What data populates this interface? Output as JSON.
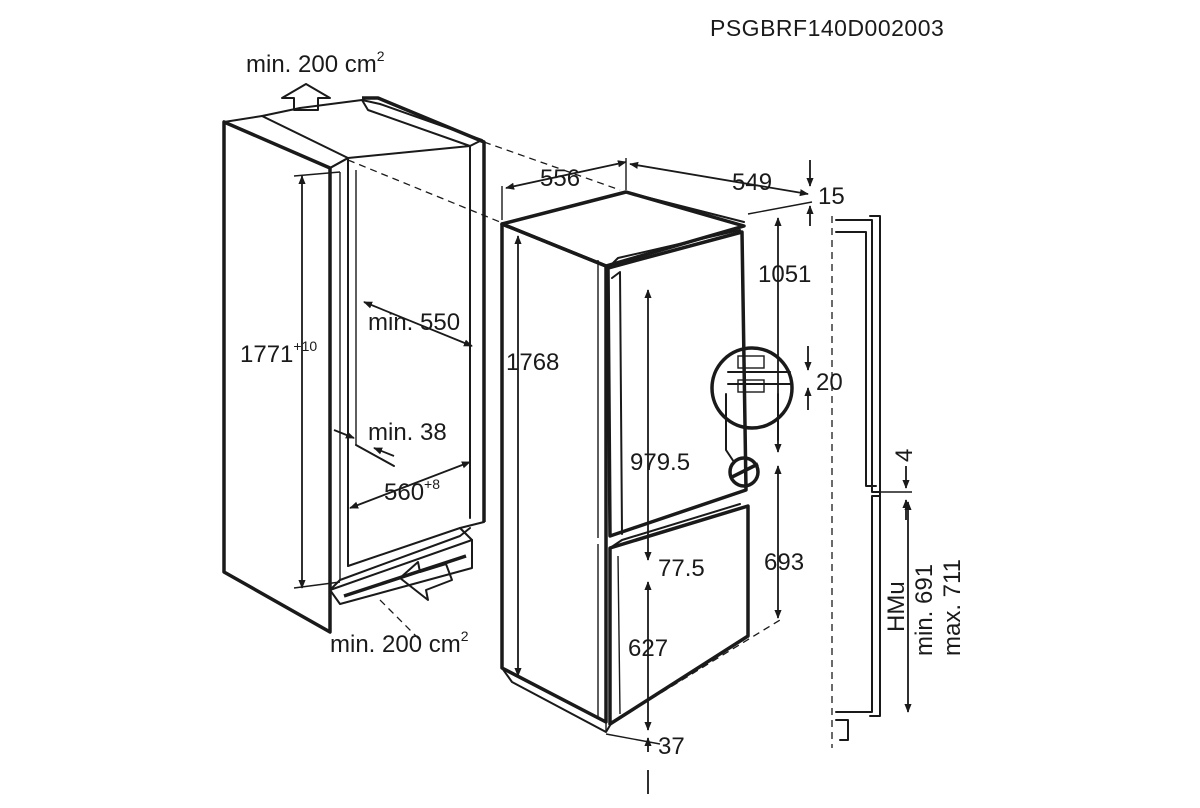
{
  "header": {
    "code": "PSGBRF140D002003"
  },
  "labels": {
    "vent_top": "min. 200 cm",
    "vent_top_sup": "2",
    "vent_bottom": "min. 200 cm",
    "vent_bottom_sup": "2",
    "niche_height": "1771",
    "niche_height_sup": "+10",
    "niche_depth": "min. 550",
    "niche_side": "min. 38",
    "niche_width": "560",
    "niche_width_sup": "+8",
    "width": "556",
    "depth": "549",
    "top_gap": "15",
    "upper_door": "1051",
    "hinge_gap": "20",
    "height": "1768",
    "upper_door_height": "979.5",
    "lower_door_mark": "693",
    "door_gap": "77.5",
    "lower_door_height": "627",
    "bottom_gap": "37",
    "furniture_gap": "4",
    "hmu": "HMu",
    "hmu_min": "min. 691",
    "hmu_max": "max. 711"
  }
}
